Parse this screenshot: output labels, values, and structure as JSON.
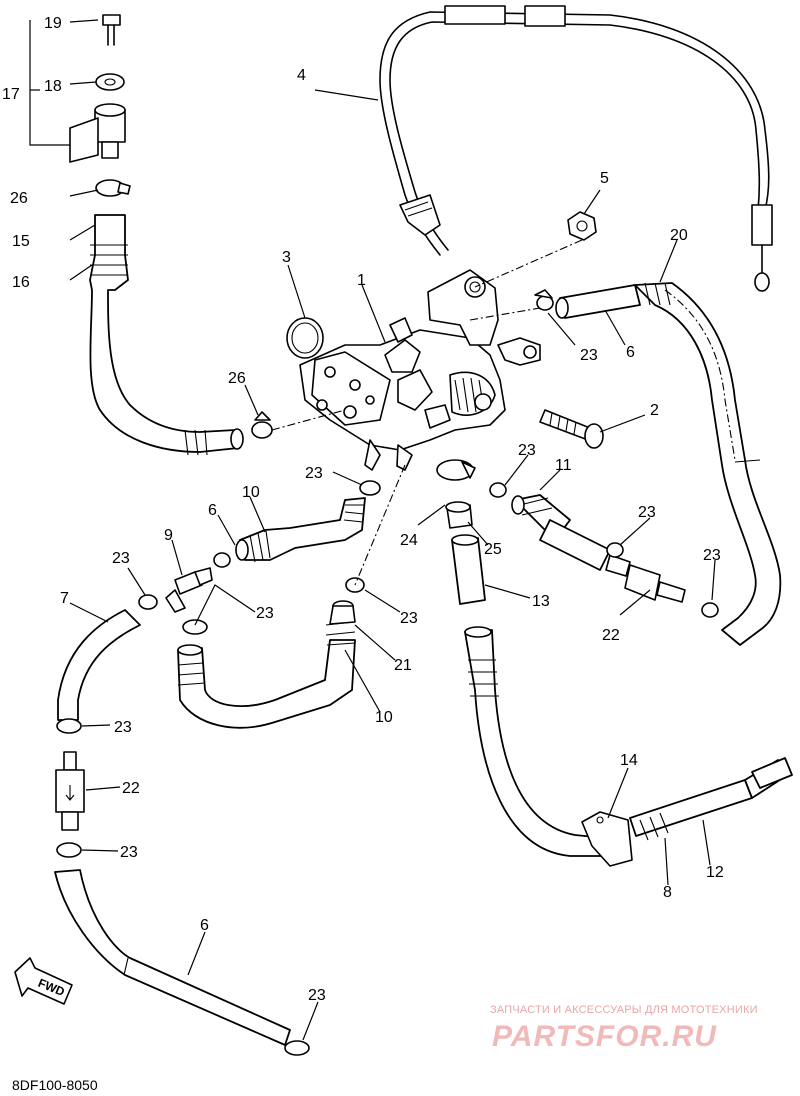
{
  "diagram_code": "8DF100-8050",
  "watermark": {
    "tagline": "ЗАПЧАСТИ И АКСЕССУАРЫ ДЛЯ МОТОТЕХНИКИ",
    "brand": "PARTSFOR.RU"
  },
  "direction_marker": "FWD",
  "callouts": {
    "c1": "1",
    "c2": "2",
    "c3": "3",
    "c4": "4",
    "c5": "5",
    "c6a": "6",
    "c6b": "6",
    "c6c": "6",
    "c7": "7",
    "c8": "8",
    "c9": "9",
    "c10a": "10",
    "c10b": "10",
    "c11": "11",
    "c12": "12",
    "c13": "13",
    "c14": "14",
    "c15": "15",
    "c16": "16",
    "c17": "17",
    "c18": "18",
    "c19": "19",
    "c20": "20",
    "c21": "21",
    "c22a": "22",
    "c22b": "22",
    "c23a": "23",
    "c23b": "23",
    "c23c": "23",
    "c23d": "23",
    "c23e": "23",
    "c23f": "23",
    "c23g": "23",
    "c23h": "23",
    "c23i": "23",
    "c23j": "23",
    "c23k": "23",
    "c24": "24",
    "c25": "25",
    "c26a": "26",
    "c26b": "26"
  }
}
